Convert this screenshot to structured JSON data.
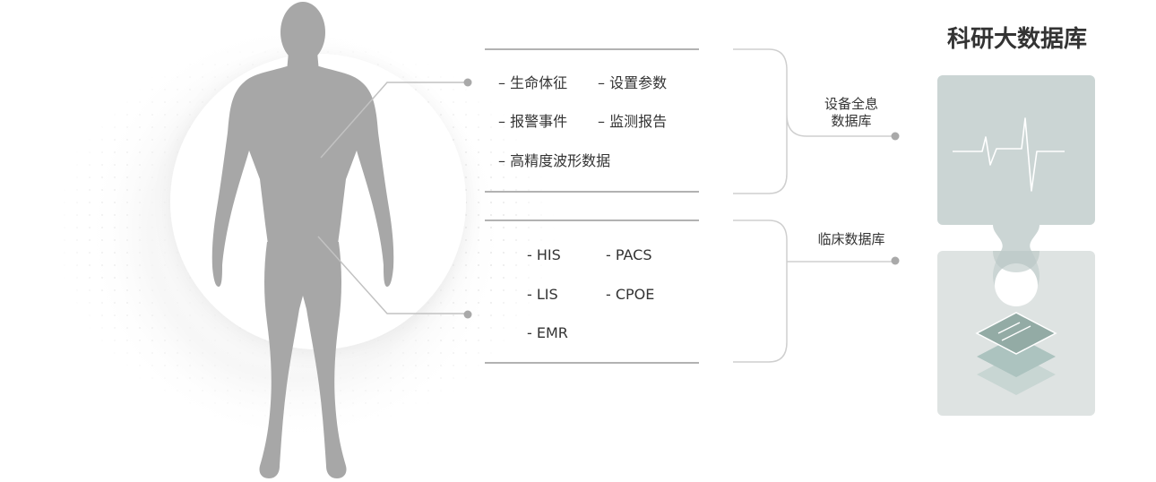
{
  "title": "科研大数据库",
  "device_db": {
    "label_lines": [
      "设备全息",
      "数据库"
    ],
    "items": [
      "– 生命体征",
      "– 设置参数",
      "– 报警事件",
      "– 监测报告",
      "– 高精度波形数据"
    ]
  },
  "clinical_db": {
    "label": "临床数据库",
    "items": [
      "- HIS",
      "- PACS",
      "- LIS",
      "- CPOE",
      "- EMR"
    ]
  },
  "colors": {
    "body": "#a7a7a7",
    "line": "#c2c2c2",
    "dot": "#a9a9a9",
    "tile_top": "#cbd5d4",
    "tile_bottom": "#dee3e2",
    "layer_mid": "#acc3bf",
    "layer_top": "#93aba5",
    "text": "#333333"
  },
  "icons": [
    "human-body-figure",
    "heartbeat-waveform-icon",
    "puzzle-connector",
    "stacked-layers-icon"
  ]
}
